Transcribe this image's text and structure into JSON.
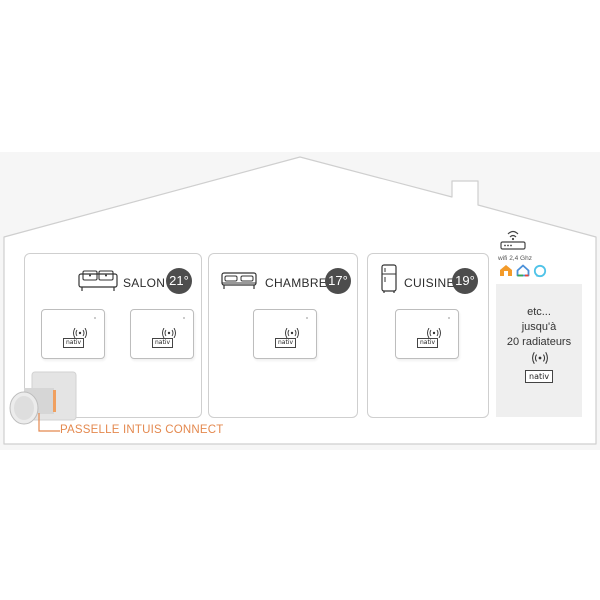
{
  "rooms": [
    {
      "name": "SALON",
      "temperature": "21°",
      "icon": "sofa-icon"
    },
    {
      "name": "CHAMBRE",
      "temperature": "17°",
      "icon": "bed-icon"
    },
    {
      "name": "CUISINE",
      "temperature": "19°",
      "icon": "fridge-icon"
    }
  ],
  "radiator": {
    "brand": "nativ"
  },
  "extra_panel": {
    "line1": "etc...",
    "line2": "jusqu'à",
    "line3": "20 radiateurs"
  },
  "router": {
    "wifi_label": "wifi 2,4 Ghz",
    "icon": "router-icon"
  },
  "assistants": [
    "home-icon",
    "google-home-icon",
    "alexa-icon"
  ],
  "gateway": {
    "label": "PASSELLE INTUIS CONNECT"
  },
  "colors": {
    "accent": "#e4894f",
    "badge": "#4d4d4d",
    "outline": "#cfcfcf",
    "band": "#f6f6f6",
    "home": "#f39b2a",
    "google": "#4a90d9",
    "alexa": "#4fc3e8"
  }
}
